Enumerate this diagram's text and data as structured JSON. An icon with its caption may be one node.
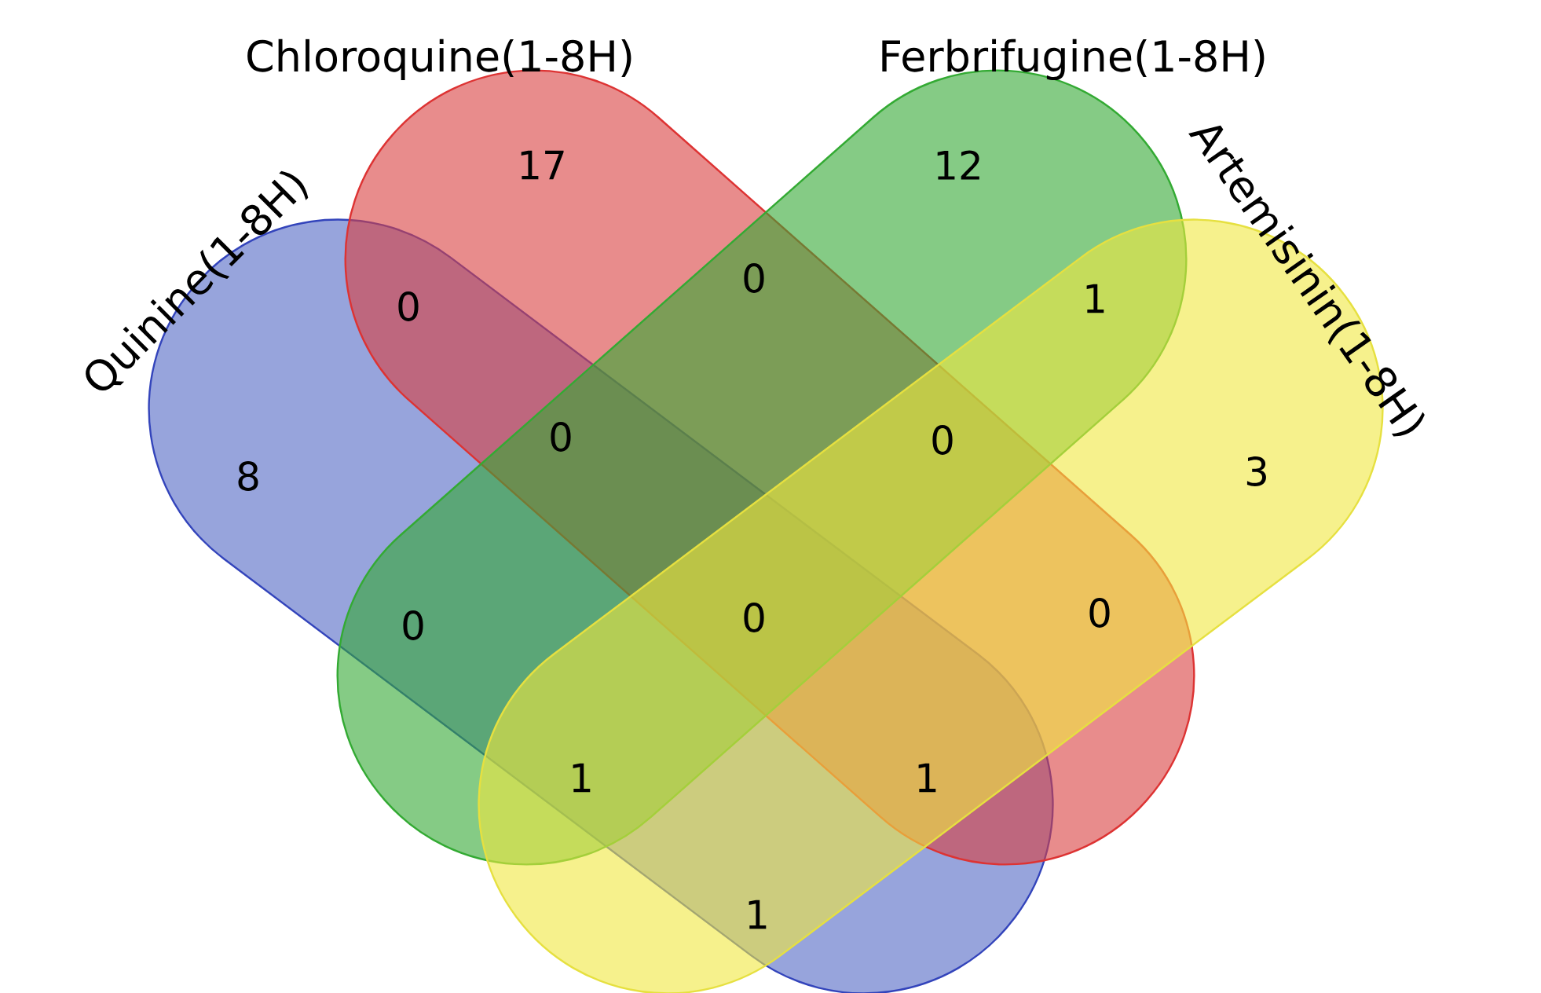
{
  "diagram": {
    "nodes": [
      {
        "text": [
          "Quinine(1-8H)"
        ]
      },
      {
        "text": [
          "Chloroquine(1-8H)"
        ]
      },
      {
        "text": [
          "Ferbrifugine(1-8H)"
        ]
      },
      {
        "text": [
          "Artemisinin(1-8H)"
        ]
      }
    ],
    "labels": [
      "17",
      "12",
      "0",
      "0",
      "1",
      "0",
      "0",
      "8",
      "3",
      "0",
      "0",
      "0",
      "1",
      "1",
      "1"
    ]
  }
}
